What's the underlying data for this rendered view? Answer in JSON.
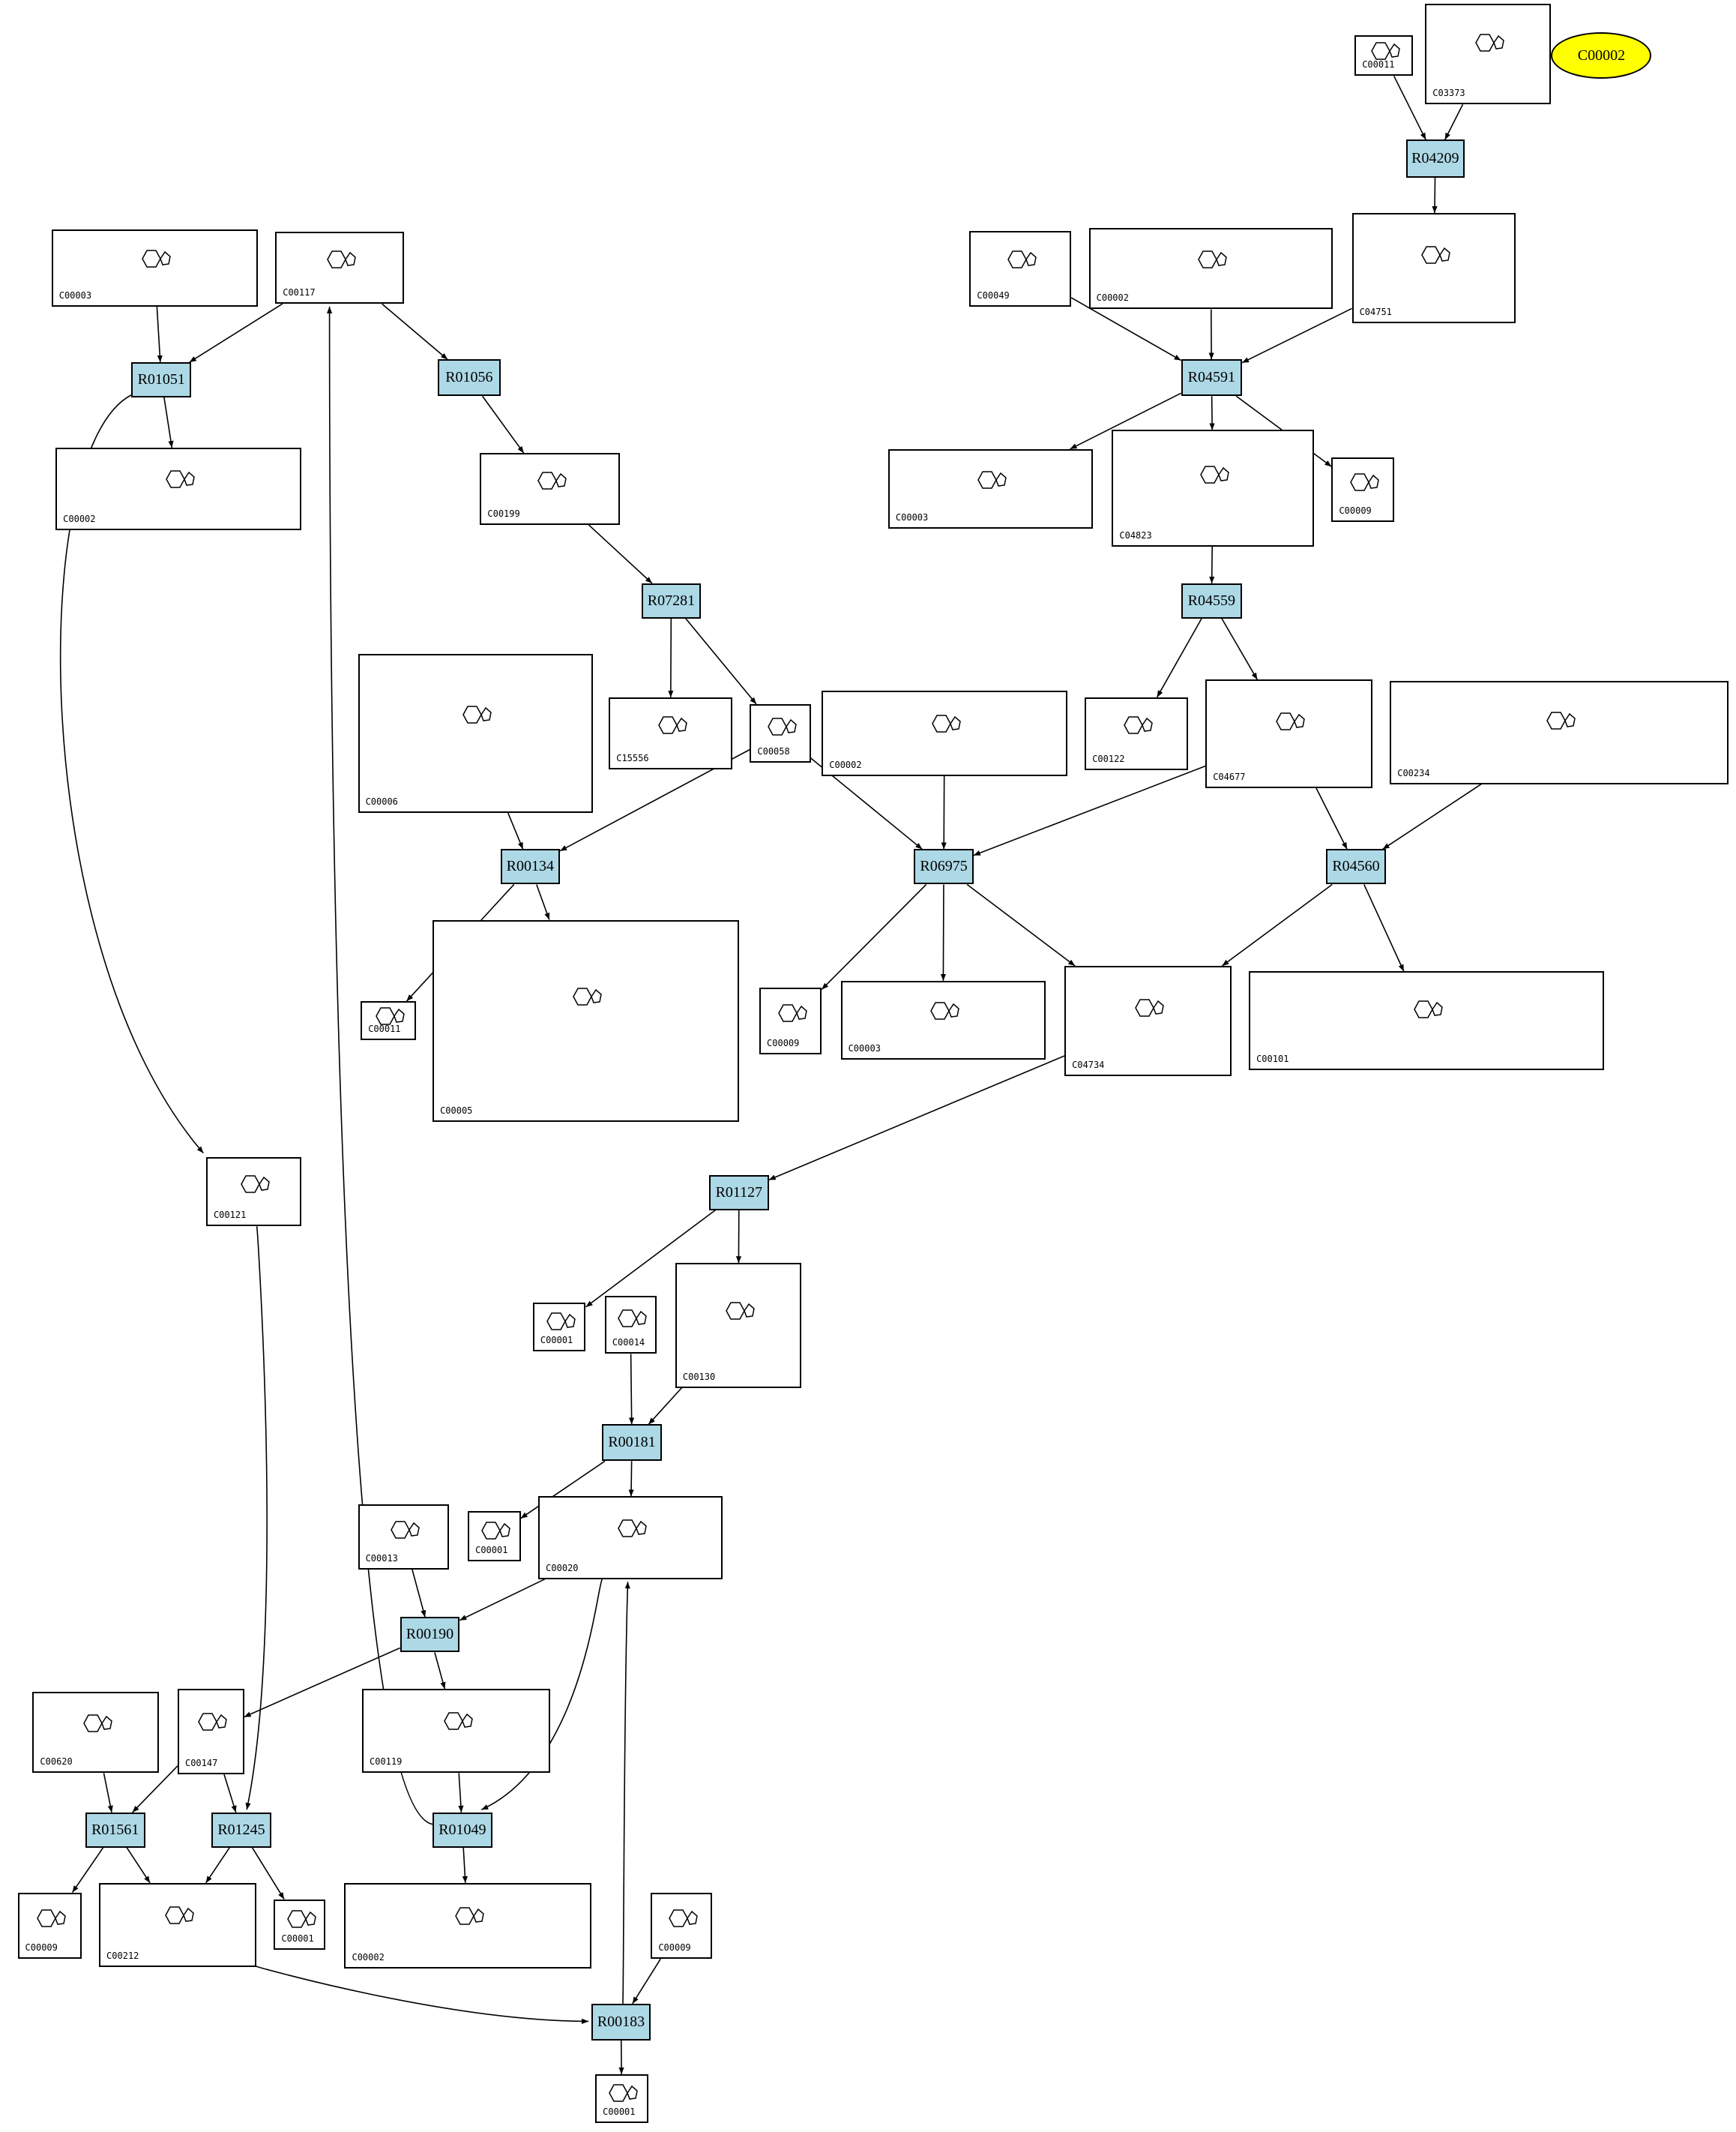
{
  "colors": {
    "reaction_fill": "#add8e6",
    "highlight_fill": "#ffff00",
    "edge": "#000000"
  },
  "nodes": [
    {
      "label": "C00011",
      "kind": "compound"
    },
    {
      "label": "C03373",
      "kind": "compound"
    },
    {
      "label": "C00002",
      "kind": "highlight"
    },
    {
      "label": "R04209",
      "kind": "reaction"
    },
    {
      "label": "C04751",
      "kind": "compound"
    },
    {
      "label": "C00049",
      "kind": "compound"
    },
    {
      "label": "C00002",
      "kind": "compound"
    },
    {
      "label": "R04591",
      "kind": "reaction"
    },
    {
      "label": "C00003",
      "kind": "compound"
    },
    {
      "label": "C00117",
      "kind": "compound"
    },
    {
      "label": "R01051",
      "kind": "reaction"
    },
    {
      "label": "R01056",
      "kind": "reaction"
    },
    {
      "label": "C00002",
      "kind": "compound"
    },
    {
      "label": "C00199",
      "kind": "compound"
    },
    {
      "label": "C00003",
      "kind": "compound"
    },
    {
      "label": "C04823",
      "kind": "compound"
    },
    {
      "label": "C00009",
      "kind": "compound"
    },
    {
      "label": "R07281",
      "kind": "reaction"
    },
    {
      "label": "R04559",
      "kind": "reaction"
    },
    {
      "label": "C00006",
      "kind": "compound"
    },
    {
      "label": "C15556",
      "kind": "compound"
    },
    {
      "label": "C00058",
      "kind": "compound"
    },
    {
      "label": "C00002",
      "kind": "compound"
    },
    {
      "label": "C00122",
      "kind": "compound"
    },
    {
      "label": "C04677",
      "kind": "compound"
    },
    {
      "label": "C00234",
      "kind": "compound"
    },
    {
      "label": "R00134",
      "kind": "reaction"
    },
    {
      "label": "R06975",
      "kind": "reaction"
    },
    {
      "label": "R04560",
      "kind": "reaction"
    },
    {
      "label": "C00011",
      "kind": "compound"
    },
    {
      "label": "C00005",
      "kind": "compound"
    },
    {
      "label": "C00009",
      "kind": "compound"
    },
    {
      "label": "C00003",
      "kind": "compound"
    },
    {
      "label": "C04734",
      "kind": "compound"
    },
    {
      "label": "C00101",
      "kind": "compound"
    },
    {
      "label": "C00121",
      "kind": "compound"
    },
    {
      "label": "R01127",
      "kind": "reaction"
    },
    {
      "label": "C00001",
      "kind": "compound"
    },
    {
      "label": "C00014",
      "kind": "compound"
    },
    {
      "label": "C00130",
      "kind": "compound"
    },
    {
      "label": "R00181",
      "kind": "reaction"
    },
    {
      "label": "C00001",
      "kind": "compound"
    },
    {
      "label": "C00013",
      "kind": "compound"
    },
    {
      "label": "C00020",
      "kind": "compound"
    },
    {
      "label": "R00190",
      "kind": "reaction"
    },
    {
      "label": "C00620",
      "kind": "compound"
    },
    {
      "label": "C00147",
      "kind": "compound"
    },
    {
      "label": "C00119",
      "kind": "compound"
    },
    {
      "label": "R01561",
      "kind": "reaction"
    },
    {
      "label": "R01245",
      "kind": "reaction"
    },
    {
      "label": "R01049",
      "kind": "reaction"
    },
    {
      "label": "C00009",
      "kind": "compound"
    },
    {
      "label": "C00212",
      "kind": "compound"
    },
    {
      "label": "C00001",
      "kind": "compound"
    },
    {
      "label": "C00002",
      "kind": "compound"
    },
    {
      "label": "C00009",
      "kind": "compound"
    },
    {
      "label": "R00183",
      "kind": "reaction"
    },
    {
      "label": "C00001",
      "kind": "compound"
    }
  ],
  "edges": [
    [
      0,
      3
    ],
    [
      1,
      3
    ],
    [
      3,
      4
    ],
    [
      5,
      7
    ],
    [
      6,
      7
    ],
    [
      4,
      7
    ],
    [
      7,
      14
    ],
    [
      7,
      15
    ],
    [
      7,
      16
    ],
    [
      15,
      18
    ],
    [
      18,
      23
    ],
    [
      18,
      24
    ],
    [
      8,
      10
    ],
    [
      9,
      10
    ],
    [
      9,
      11
    ],
    [
      10,
      12
    ],
    [
      10,
      35
    ],
    [
      11,
      13
    ],
    [
      13,
      17
    ],
    [
      17,
      20
    ],
    [
      17,
      21
    ],
    [
      19,
      26
    ],
    [
      21,
      26
    ],
    [
      26,
      29
    ],
    [
      26,
      30
    ],
    [
      21,
      27
    ],
    [
      22,
      27
    ],
    [
      24,
      27
    ],
    [
      27,
      31
    ],
    [
      27,
      32
    ],
    [
      27,
      33
    ],
    [
      24,
      28
    ],
    [
      25,
      28
    ],
    [
      28,
      33
    ],
    [
      28,
      34
    ],
    [
      33,
      36
    ],
    [
      36,
      37
    ],
    [
      36,
      39
    ],
    [
      38,
      40
    ],
    [
      39,
      40
    ],
    [
      40,
      41
    ],
    [
      40,
      43
    ],
    [
      42,
      44
    ],
    [
      43,
      44
    ],
    [
      44,
      46
    ],
    [
      44,
      47
    ],
    [
      47,
      50
    ],
    [
      43,
      50
    ],
    [
      50,
      54
    ],
    [
      50,
      9
    ],
    [
      45,
      48
    ],
    [
      46,
      48
    ],
    [
      46,
      49
    ],
    [
      35,
      49
    ],
    [
      48,
      51
    ],
    [
      48,
      52
    ],
    [
      49,
      52
    ],
    [
      49,
      53
    ],
    [
      52,
      56
    ],
    [
      55,
      56
    ],
    [
      56,
      43
    ],
    [
      56,
      57
    ]
  ]
}
